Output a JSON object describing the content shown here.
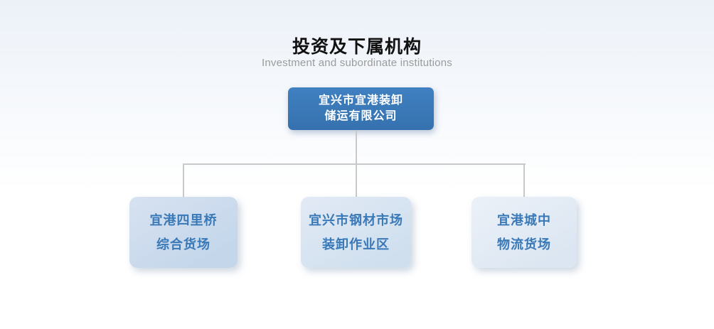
{
  "page": {
    "title": "投资及下属机构",
    "subtitle": "Investment and subordinate institutions"
  },
  "org_chart": {
    "root": {
      "line1": "宜兴市宜港装卸",
      "line2": "储运有限公司"
    },
    "children": [
      {
        "line1": "宜港四里桥",
        "line2": "综合货场"
      },
      {
        "line1": "宜兴市钢材市场",
        "line2": "装卸作业区"
      },
      {
        "line1": "宜港城中",
        "line2": "物流货场"
      }
    ]
  },
  "colors": {
    "root_box_gradient_top": "#4080c1",
    "root_box_gradient_bottom": "#3571ae",
    "root_box_text": "#ffffff",
    "child_box_text": "#3a79b8",
    "child_box_left_bg": "#c9daec",
    "child_box_middle_bg": "#d6e2f1",
    "child_box_right_bg": "#e2eaf5",
    "connector_line": "#c9c9c9",
    "title_text": "#111111",
    "subtitle_text": "#9b9b9b"
  }
}
